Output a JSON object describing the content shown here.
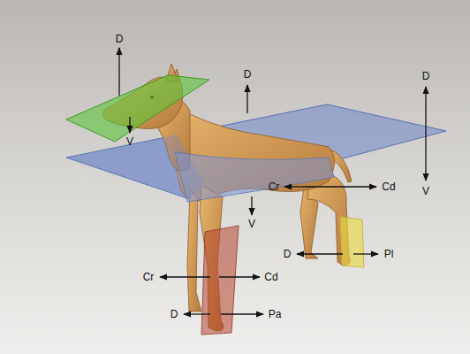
{
  "diagram": {
    "labels": [
      "D",
      "V",
      "D",
      "V",
      "D",
      "V",
      "Cr",
      "Cd",
      "D",
      "Pl",
      "Cr",
      "Cd",
      "D",
      "Pa"
    ]
  }
}
